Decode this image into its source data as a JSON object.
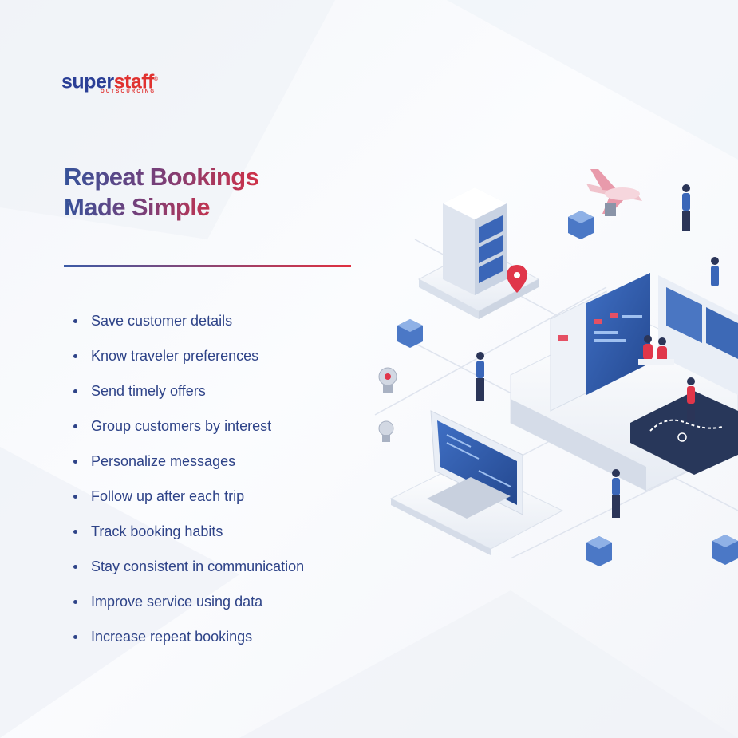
{
  "brand": {
    "logo_primary": "super",
    "logo_accent": "staff",
    "logo_registered": "®",
    "logo_tagline": "OUTSOURCING",
    "color_blue": "#2b3f96",
    "color_red": "#e0312f"
  },
  "headline": {
    "line1": "Repeat Bookings",
    "line2": "Made Simple",
    "gradient_start": "#35529a",
    "gradient_end": "#cf3148"
  },
  "bullets": [
    "Save customer details",
    "Know traveler preferences",
    "Send timely offers",
    "Group customers by interest",
    "Personalize messages",
    "Follow up after each trip",
    "Track booking habits",
    "Stay consistent in communication",
    "Improve service using data",
    "Increase repeat bookings"
  ],
  "illustration": {
    "description_icons": [
      "airplane-icon",
      "server-rack-icon",
      "location-pin-icon",
      "laptop-icon",
      "lightbulb-icon",
      "person-icon",
      "dashboard-screen-icon",
      "cube-icon"
    ]
  }
}
